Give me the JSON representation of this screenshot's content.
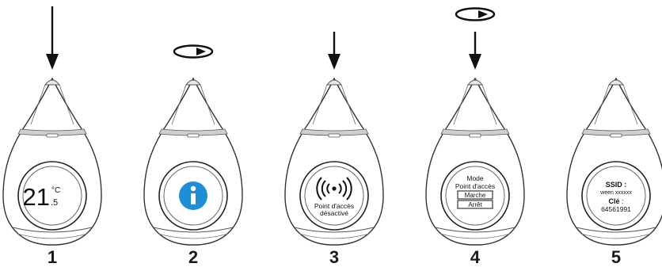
{
  "steps": [
    {
      "number": "1",
      "action": "press",
      "screen": {
        "type": "temperature",
        "temp_int": "21",
        "temp_unit": "°C",
        "temp_dec": ".5"
      }
    },
    {
      "number": "2",
      "action": "rotate",
      "screen": {
        "type": "info",
        "icon": "info-icon",
        "icon_color": "#1e8fd6"
      }
    },
    {
      "number": "3",
      "action": "press",
      "screen": {
        "type": "wifi",
        "icon": "wifi-broadcast-icon",
        "line1": "Point d'accès",
        "line2": "désactivé"
      }
    },
    {
      "number": "4",
      "action": "rotate-press",
      "screen": {
        "type": "mode",
        "title": "Mode",
        "subtitle": "Point d'accès",
        "option_on": "Marche",
        "option_off": "Arrêt",
        "selected": "Marche"
      }
    },
    {
      "number": "5",
      "action": "none",
      "screen": {
        "type": "credentials",
        "ssid_label": "SSID :",
        "ssid_value": "ween xxxxxx",
        "key_label": "Clé",
        "key_sep": " :",
        "key_value": "64561991"
      }
    }
  ]
}
